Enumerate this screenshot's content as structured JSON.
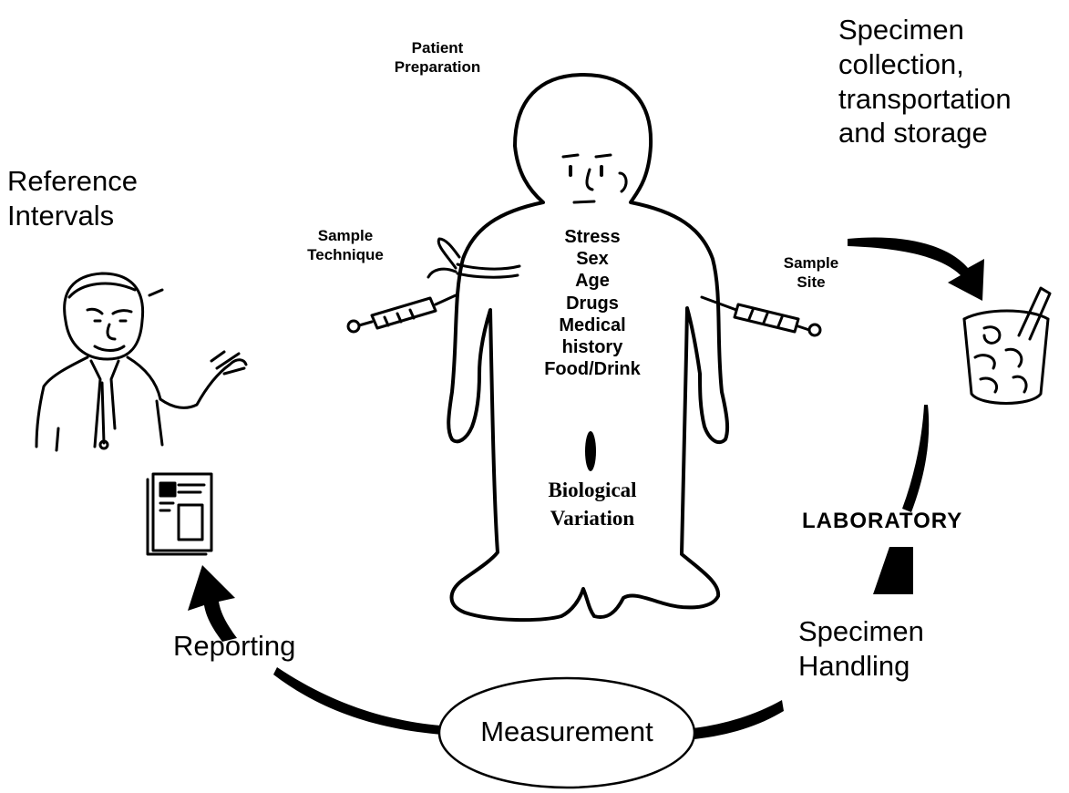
{
  "diagram": {
    "patient_preparation": [
      "Patient",
      "Preparation"
    ],
    "specimen_collection": [
      "Specimen",
      "collection,",
      "transportation",
      "and storage"
    ],
    "reference_intervals": [
      "Reference",
      "Intervals"
    ],
    "sample_technique": [
      "Sample",
      "Technique"
    ],
    "sample_site": [
      "Sample",
      "Site"
    ],
    "factors": [
      "Stress",
      "Sex",
      "Age",
      "Drugs",
      "Medical",
      "history",
      "Food/Drink"
    ],
    "biological_variation": [
      "Biological",
      "Variation"
    ],
    "laboratory": "LABORATORY",
    "specimen_handling": [
      "Specimen",
      "Handling"
    ],
    "reporting": "Reporting",
    "measurement": "Measurement"
  }
}
